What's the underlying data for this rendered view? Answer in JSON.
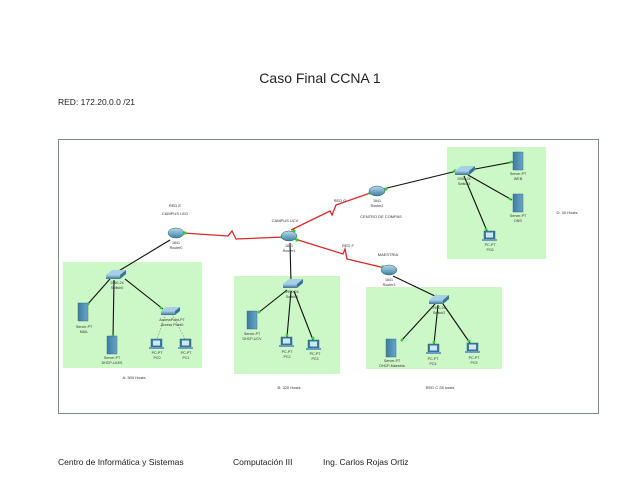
{
  "document": {
    "title": "Caso Final CCNA 1",
    "network": "RED: 172.20.0.0 /21",
    "footer": {
      "institution": "Centro de Informática y Sistemas",
      "course": "Computación III",
      "instructor": "Ing. Carlos Rojas Ortiz"
    }
  },
  "colors": {
    "lan_background": "#ccf7c6",
    "serial_link": "#d9262b",
    "ethernet_link": "#111111",
    "port_up": "#2bd52b",
    "frame_border": "#7f8896",
    "device_blue": "#4f8fb5"
  },
  "diagram": {
    "routers": [
      {
        "id": "router0",
        "model": "1841",
        "name": "Router0",
        "labels": [
          "RED E",
          "CAMPUS LEG"
        ]
      },
      {
        "id": "router1",
        "model": "1841",
        "name": "Router1",
        "labels": [
          "CAMPUS UCV"
        ]
      },
      {
        "id": "router2",
        "model": "1841",
        "name": "Router2",
        "labels": [
          "RED G",
          "CENTRO DE COMPAS"
        ]
      },
      {
        "id": "router3",
        "model": "1841",
        "name": "Router3",
        "labels": [
          "RED F",
          "MAESTRIA"
        ]
      }
    ],
    "switches": [
      {
        "id": "switch0",
        "model": "2950-24",
        "name": "Switch0"
      },
      {
        "id": "switch1",
        "model": "2950-24",
        "name": "Switch1"
      },
      {
        "id": "switch2",
        "model": "2950-24",
        "name": "Switch2"
      },
      {
        "id": "switch3",
        "model": "2950-24",
        "name": "Switch3"
      }
    ],
    "access_points": [
      {
        "id": "ap0",
        "model": "AccessPoint-PT",
        "name": "Access Point0"
      }
    ],
    "servers": [
      {
        "id": "srv-mail",
        "model": "Server-PT",
        "name": "MAIL"
      },
      {
        "id": "srv-dhcp-ules",
        "model": "Server-PT",
        "name": "DHCP-ULES"
      },
      {
        "id": "srv-dhcp-ucv",
        "model": "Server-PT",
        "name": "DHCP-UCV"
      },
      {
        "id": "srv-dhcp-maestria",
        "model": "Server-PT",
        "name": "DHCP-Maestria"
      },
      {
        "id": "srv-web",
        "model": "Server-PT",
        "name": "WEB"
      },
      {
        "id": "srv-dns",
        "model": "Server-PT",
        "name": "DNS"
      }
    ],
    "pcs": [
      {
        "id": "pc0",
        "model": "PC-PT",
        "name": "PC0"
      },
      {
        "id": "pc1",
        "model": "PC-PT",
        "name": "PC1"
      },
      {
        "id": "pc2",
        "model": "PC-PT",
        "name": "PC2"
      },
      {
        "id": "pc3",
        "model": "PC-PT",
        "name": "PC3"
      },
      {
        "id": "pc4",
        "model": "PC-PT",
        "name": "PC4"
      },
      {
        "id": "pc5",
        "model": "PC-PT",
        "name": "PC5"
      },
      {
        "id": "pc6",
        "model": "PC-PT",
        "name": "PC6"
      }
    ],
    "lan_labels": {
      "lan_a": "A: 500 Hosts",
      "lan_b": "B: 320 Hosts",
      "lan_c": "RED C 28 hosts",
      "lan_d": "D: 30 Hosts"
    },
    "links": [
      {
        "from": "router0",
        "to": "router1",
        "type": "serial"
      },
      {
        "from": "router1",
        "to": "router2",
        "type": "serial"
      },
      {
        "from": "router1",
        "to": "router3",
        "type": "serial"
      },
      {
        "from": "router0",
        "to": "switch0",
        "type": "ethernet"
      },
      {
        "from": "router1",
        "to": "switch1",
        "type": "ethernet"
      },
      {
        "from": "router3",
        "to": "switch2",
        "type": "ethernet"
      },
      {
        "from": "router2",
        "to": "switch3",
        "type": "ethernet"
      },
      {
        "from": "switch0",
        "to": "srv-mail",
        "type": "ethernet"
      },
      {
        "from": "switch0",
        "to": "srv-dhcp-ules",
        "type": "ethernet"
      },
      {
        "from": "switch0",
        "to": "ap0",
        "type": "ethernet"
      },
      {
        "from": "ap0",
        "to": "pc0",
        "type": "wireless"
      },
      {
        "from": "ap0",
        "to": "pc1",
        "type": "wireless"
      },
      {
        "from": "switch1",
        "to": "srv-dhcp-ucv",
        "type": "ethernet"
      },
      {
        "from": "switch1",
        "to": "pc2",
        "type": "ethernet"
      },
      {
        "from": "switch1",
        "to": "pc3",
        "type": "ethernet"
      },
      {
        "from": "switch2",
        "to": "srv-dhcp-maestria",
        "type": "ethernet"
      },
      {
        "from": "switch2",
        "to": "pc4",
        "type": "ethernet"
      },
      {
        "from": "switch2",
        "to": "pc5",
        "type": "ethernet"
      },
      {
        "from": "switch3",
        "to": "srv-web",
        "type": "ethernet"
      },
      {
        "from": "switch3",
        "to": "srv-dns",
        "type": "ethernet"
      },
      {
        "from": "switch3",
        "to": "pc6",
        "type": "ethernet"
      }
    ]
  }
}
